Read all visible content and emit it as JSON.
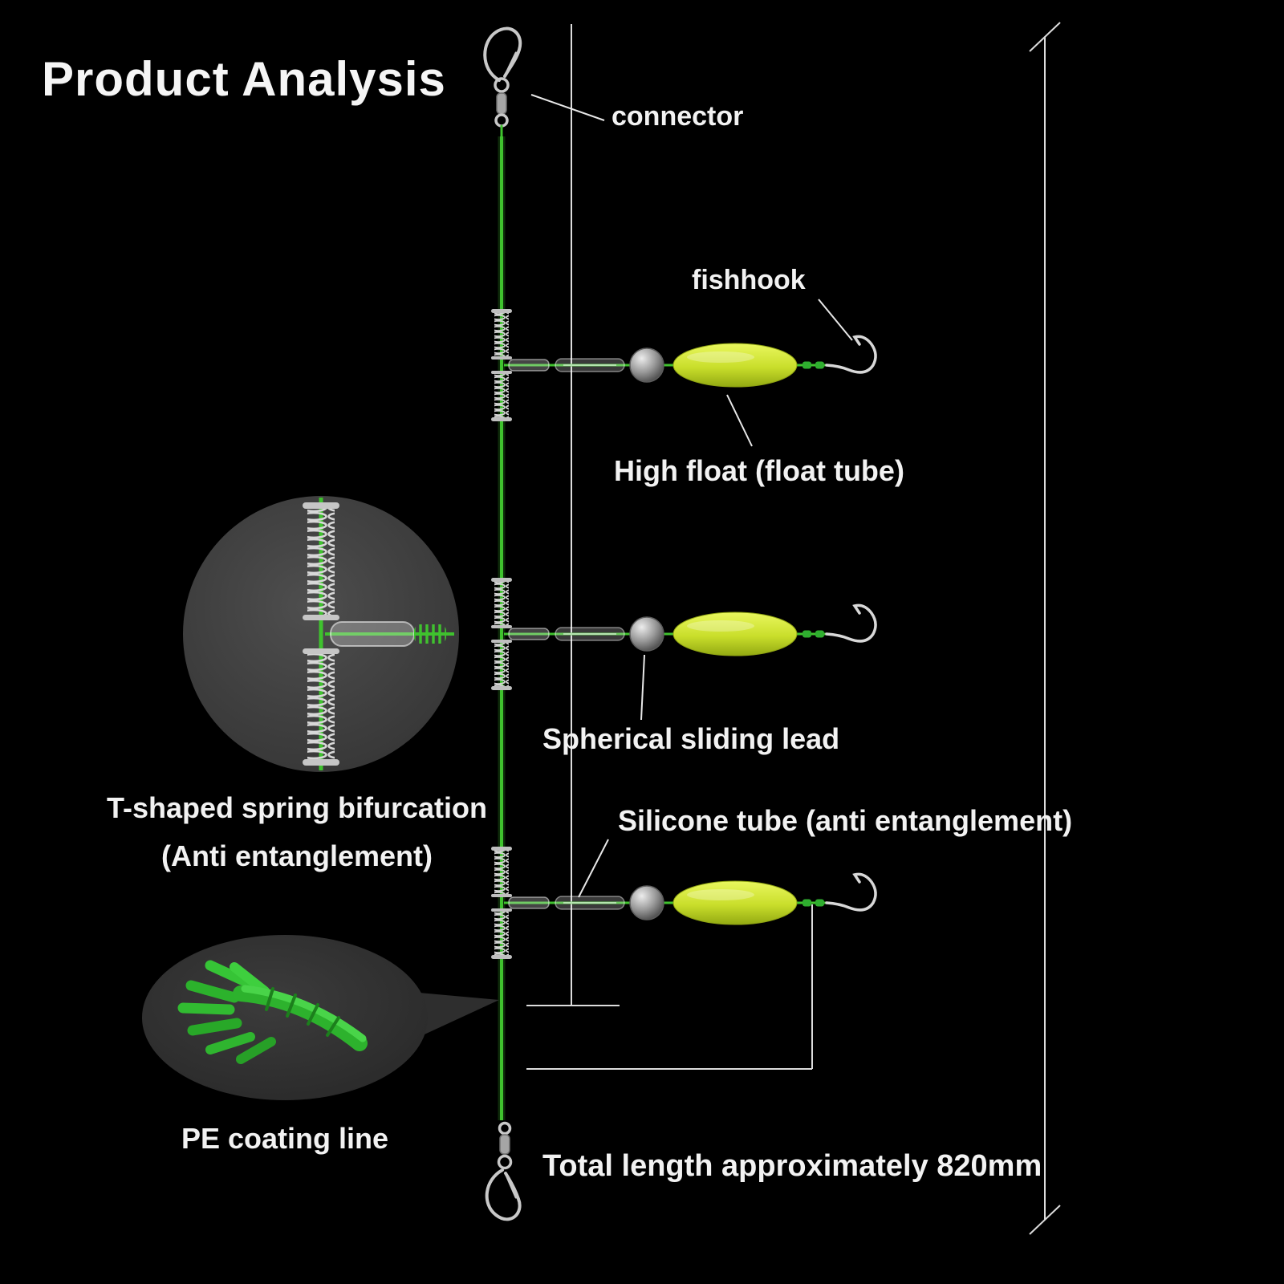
{
  "title": "Product Analysis",
  "annotations": {
    "connector": "connector",
    "fishhook": "fishhook",
    "high_float": "High float (float tube)",
    "spherical_lead": "Spherical sliding lead",
    "silicone_tube": "Silicone tube (anti entanglement)",
    "t_spring_1": "T-shaped spring bifurcation",
    "t_spring_2": "(Anti entanglement)",
    "pe_line": "PE coating line",
    "total_length": "Total length approximately 820mm"
  },
  "measurements": {
    "total_length": "820mm",
    "branch_count": 3
  },
  "colors": {
    "background": "#000000",
    "line_green": "#3fc22e",
    "float_yellow": "#cde12f",
    "metal_gray": "#c9c9c9",
    "text": "#f2f2f2",
    "inset_gray": "#414141",
    "dimension_line": "#dcdcdc"
  },
  "icons": {
    "top_connector": "swivel-snap-icon",
    "bottom_connector": "swivel-snap-icon",
    "hook": "fishhook-icon",
    "float": "float-tube-icon",
    "lead": "sphere-lead-icon",
    "spring": "coil-spring-icon",
    "pe_rope": "braided-line-icon"
  }
}
